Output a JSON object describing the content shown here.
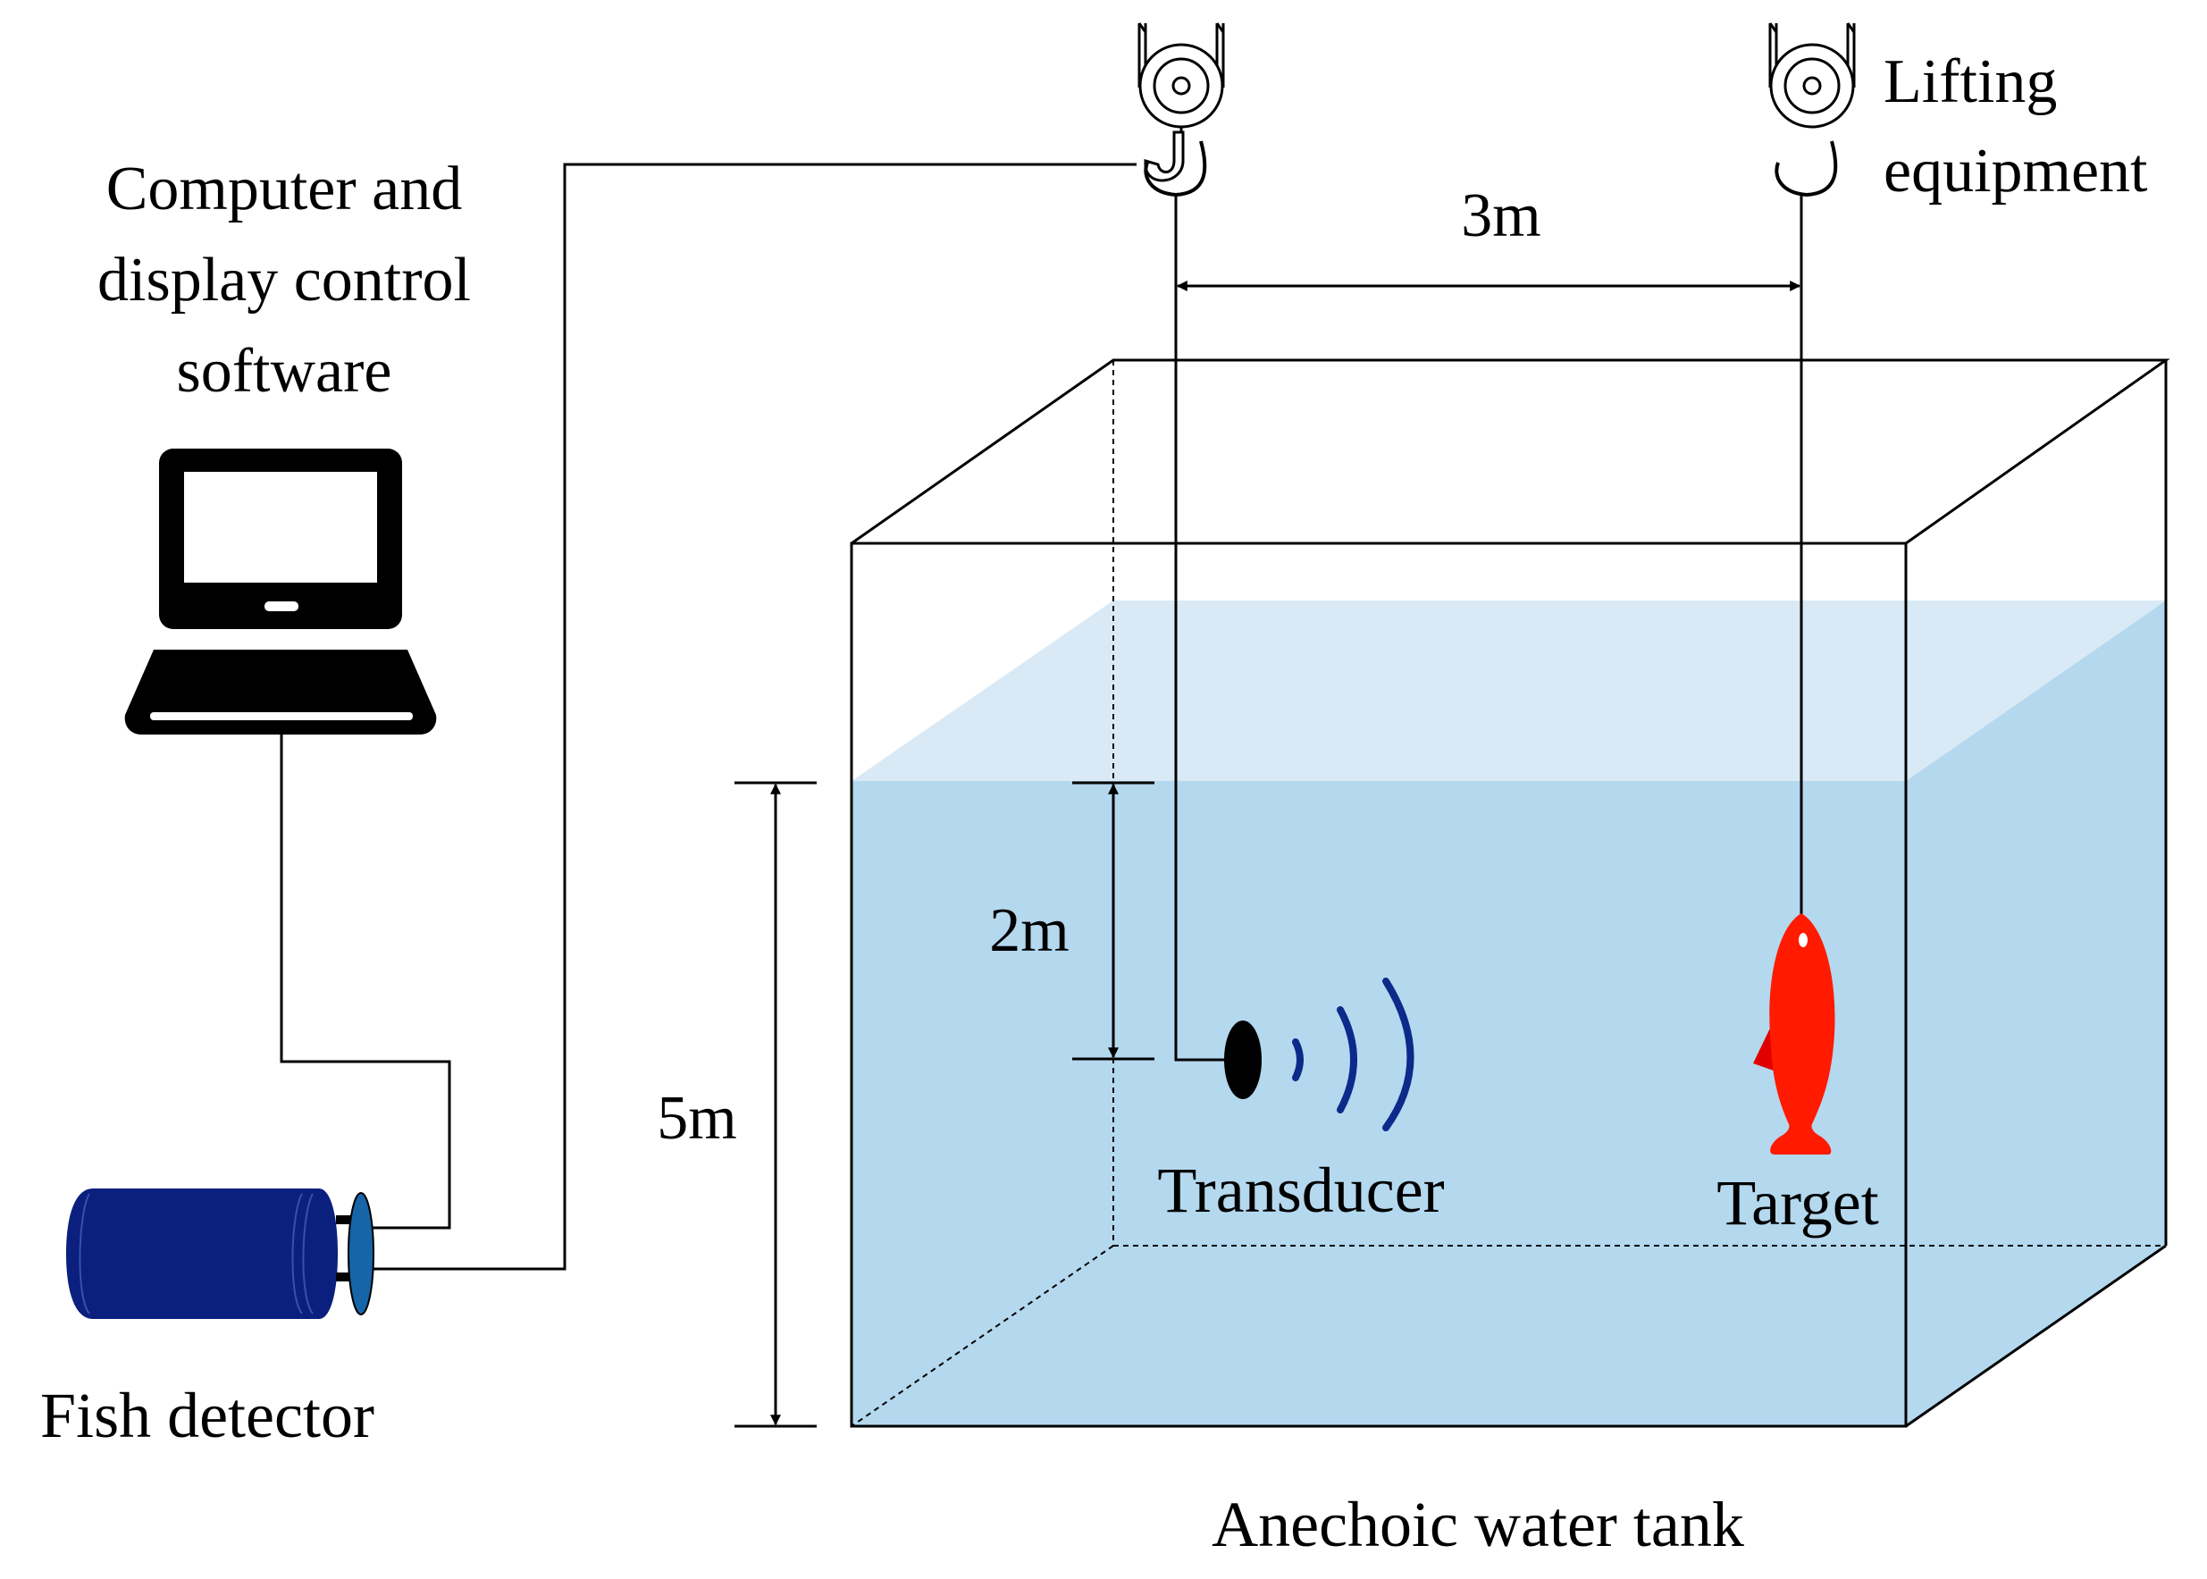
{
  "labels": {
    "computer_line1": "Computer and",
    "computer_line2": "display control",
    "computer_line3": "software",
    "lifting_line1": "Lifting",
    "lifting_line2": "equipment",
    "fish_detector": "Fish detector",
    "transducer": "Transducer",
    "target": "Target",
    "tank": "Anechoic water tank"
  },
  "dimensions": {
    "horizontal_spacing": "3m",
    "transducer_depth": "2m",
    "water_depth": "5m"
  },
  "icons": {
    "laptop": "laptop-icon",
    "hook": "crane-hook-icon",
    "fish": "fish-icon",
    "sound_waves": "sound-wave-icon",
    "detector": "fish-detector-device"
  },
  "colors": {
    "water_front": "#b4d8ee",
    "water_surface": "#d9eaf6",
    "detector_body": "#0b1f7e",
    "detector_lens": "#1665a8",
    "sound_waves": "#0b2a8a",
    "fish": "#ff1a00",
    "fish_fin": "#e00000",
    "lines": "#000000"
  }
}
